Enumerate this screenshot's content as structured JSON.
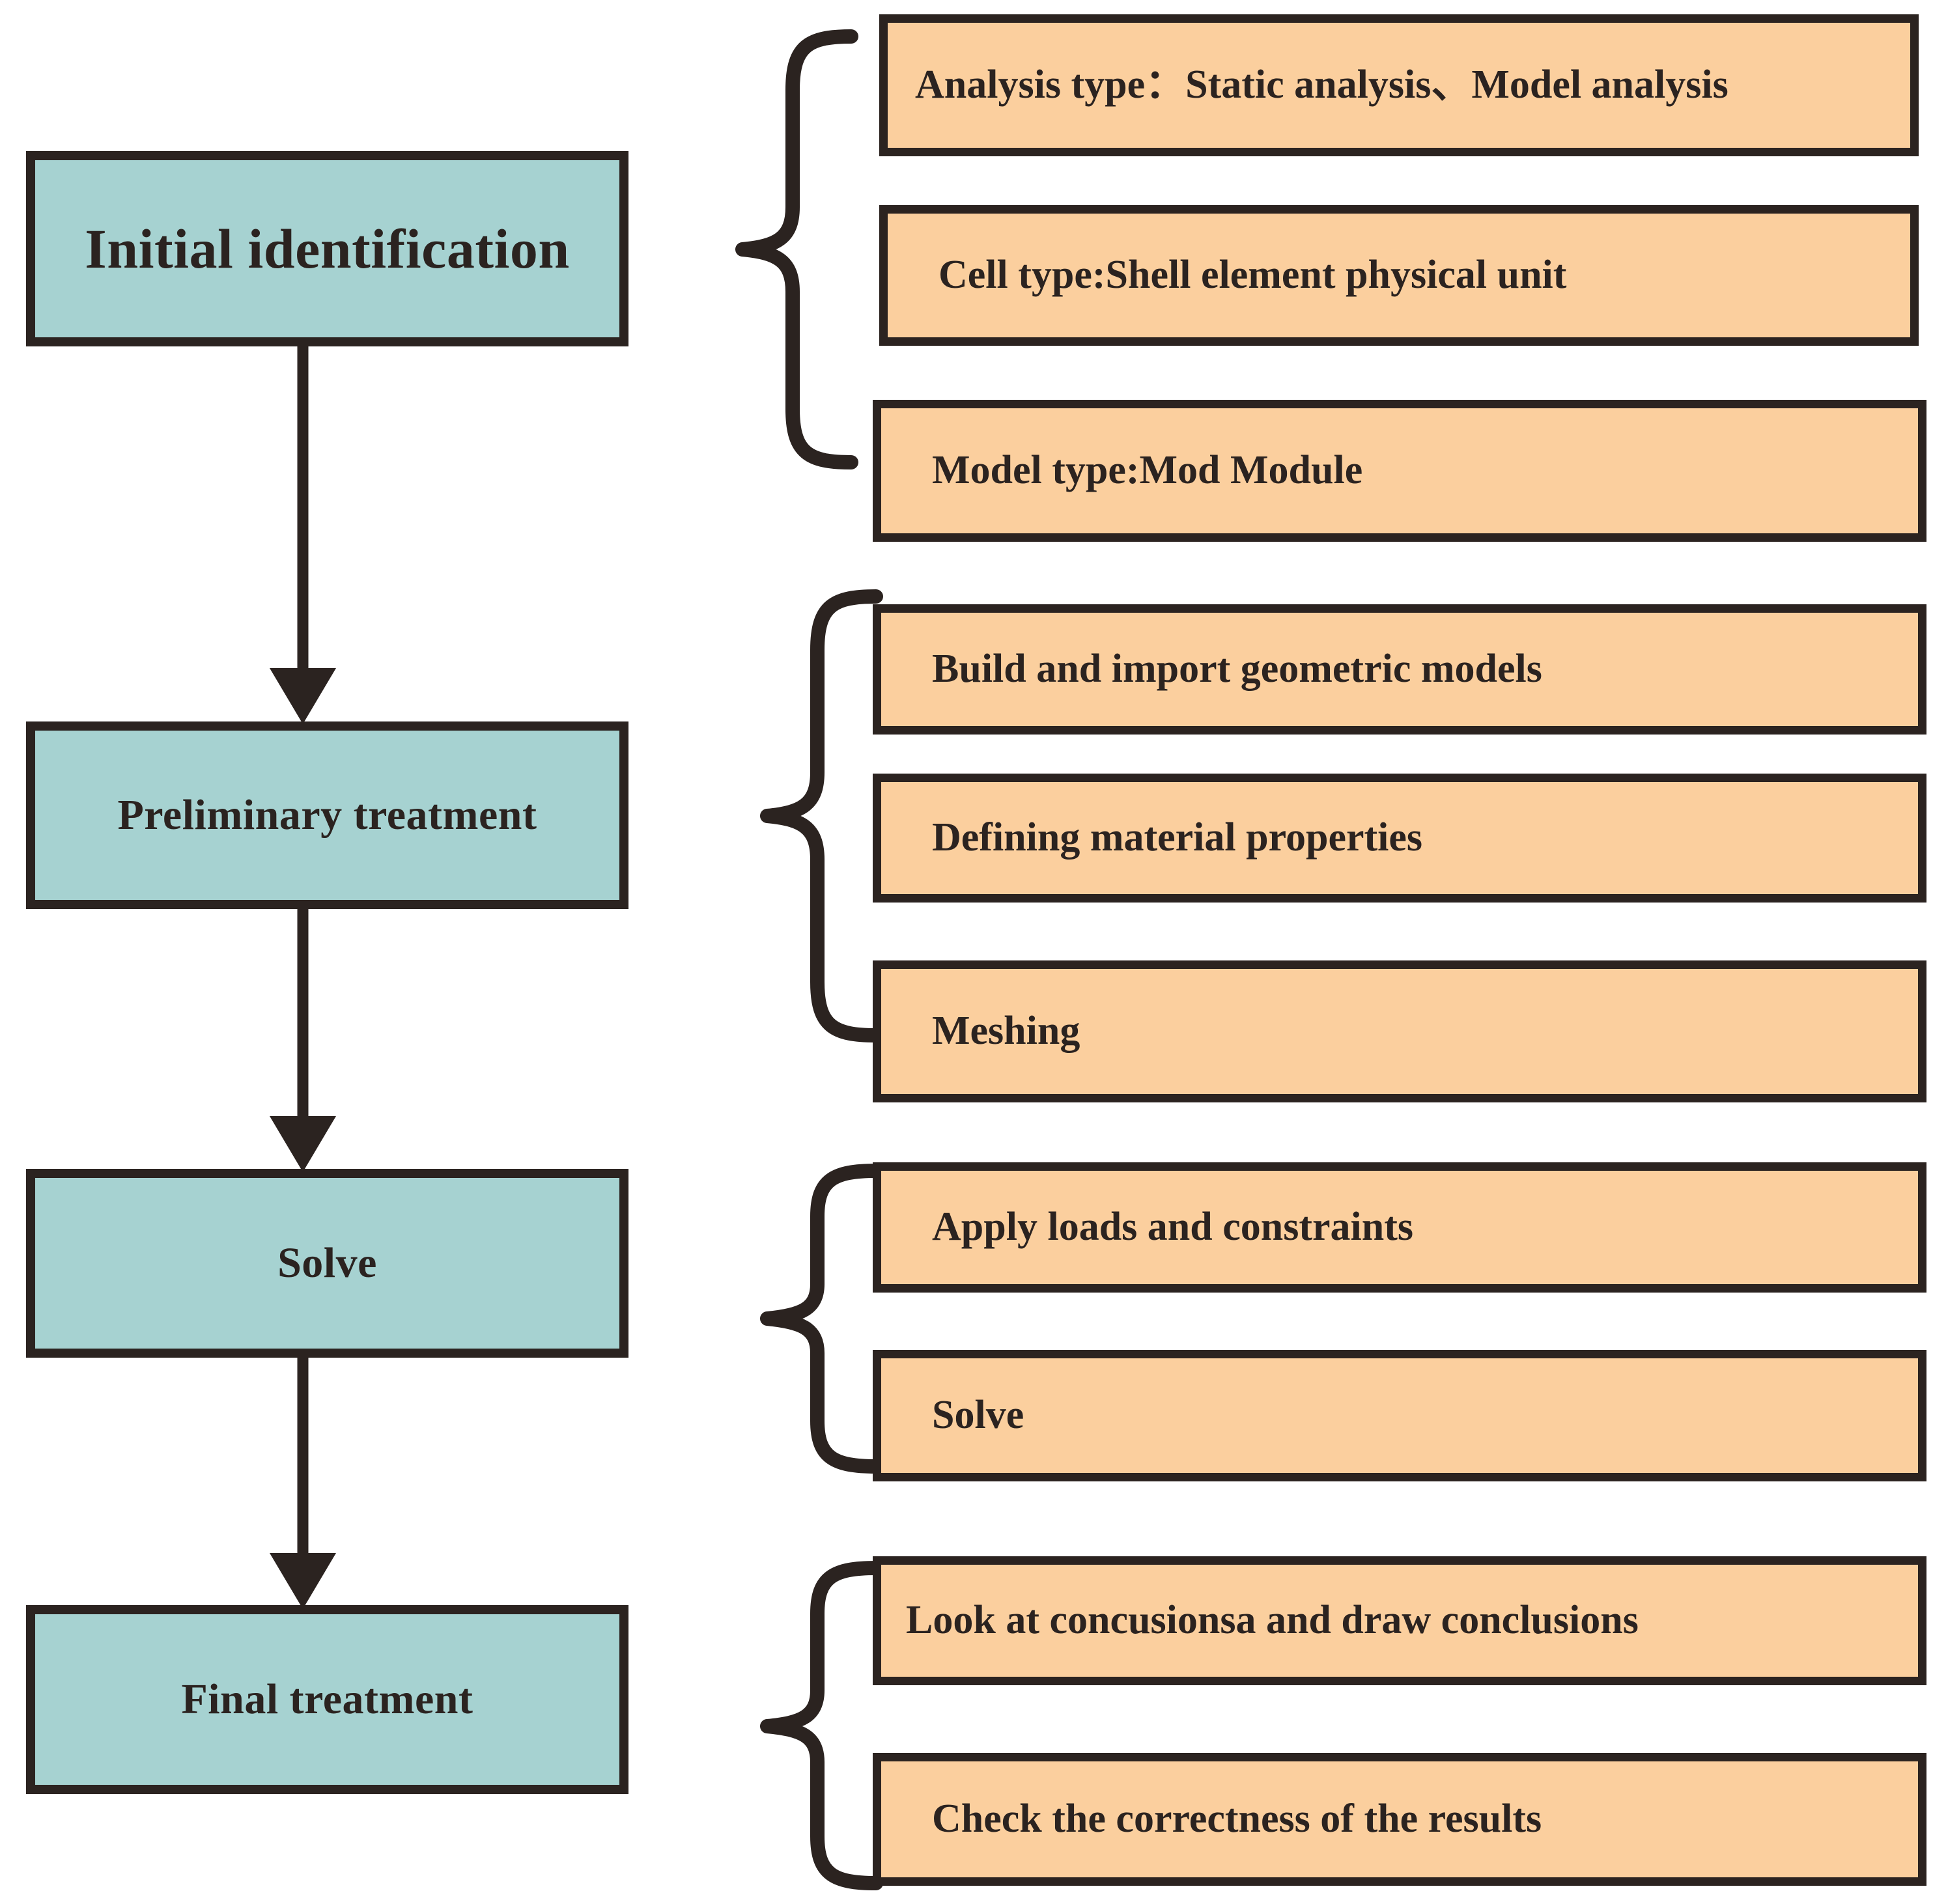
{
  "diagram": {
    "title": "Finite element analysis workflow flowchart",
    "colors": {
      "stage_fill": "#a6d2d1",
      "detail_fill": "#fbcf9e",
      "outline": "#2b2320",
      "background": "#ffffff"
    },
    "stages": [
      {
        "id": "initial-identification",
        "label": "Initial identification",
        "details": [
          "Analysis type：Static analysis、Model analysis",
          "Cell type:Shell element physical unit",
          "Model type:Mod Module"
        ]
      },
      {
        "id": "preliminary-treatment",
        "label": "Preliminary treatment",
        "details": [
          "Build and import geometric models",
          "Defining material properties",
          "Meshing"
        ]
      },
      {
        "id": "solve",
        "label": "Solve",
        "details": [
          "Apply loads and constraints",
          "Solve"
        ]
      },
      {
        "id": "final-treatment",
        "label": "Final treatment",
        "details": [
          "Look at  concusionsa and draw conclusions",
          "Check the correctness of the results"
        ]
      }
    ],
    "detail_boxes": [
      {
        "text": "Analysis type：Static analysis、Model analysis"
      },
      {
        "text": "Cell type:Shell element physical unit"
      },
      {
        "text": "Model type:Mod Module"
      },
      {
        "text": "Build and import geometric models"
      },
      {
        "text": "Defining material properties"
      },
      {
        "text": "Meshing"
      },
      {
        "text": "Apply loads and constraints"
      },
      {
        "text": "Solve"
      },
      {
        "text": "Look at  concusionsa and draw conclusions"
      },
      {
        "text": "Check the correctness of the results"
      }
    ],
    "flow_arrows": [
      {
        "from": "initial-identification",
        "to": "preliminary-treatment"
      },
      {
        "from": "preliminary-treatment",
        "to": "solve"
      },
      {
        "from": "solve",
        "to": "final-treatment"
      }
    ],
    "braces": [
      {
        "group": "initial-identification",
        "members": 3
      },
      {
        "group": "preliminary-treatment",
        "members": 3
      },
      {
        "group": "solve",
        "members": 2
      },
      {
        "group": "final-treatment",
        "members": 2
      }
    ]
  }
}
